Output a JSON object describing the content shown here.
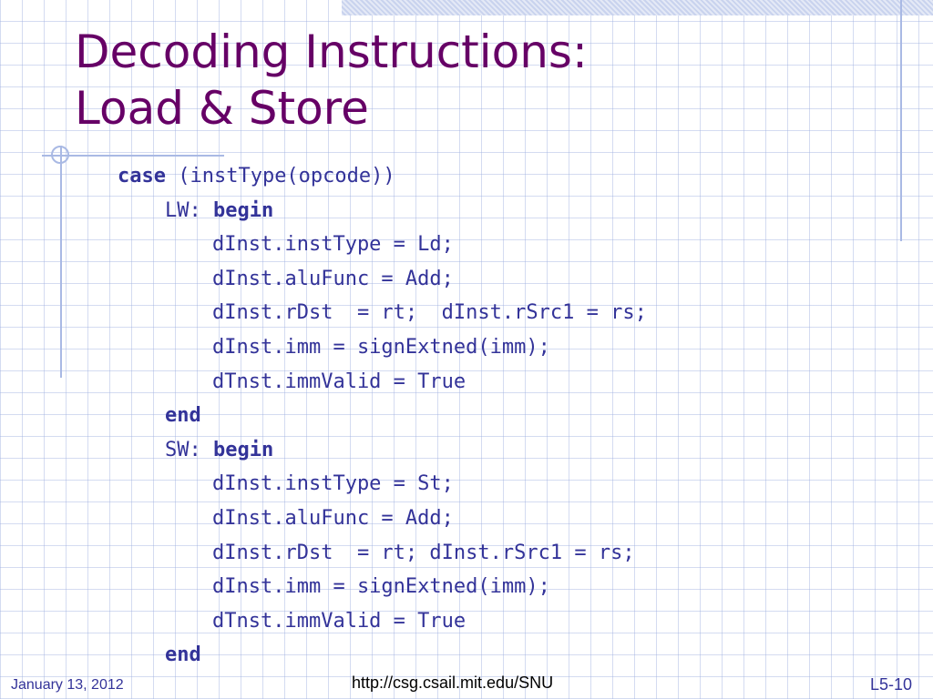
{
  "slide": {
    "title_line1": "Decoding Instructions:",
    "title_line2": "Load & Store"
  },
  "code": {
    "l1_kw": "case",
    "l1_text": " (instType(opcode))",
    "l2_text": "LW: ",
    "l2_kw": "begin",
    "l3": "dInst.instType = Ld;",
    "l4": "dInst.aluFunc = Add;",
    "l5": "dInst.rDst  = rt;  dInst.rSrc1 = rs;",
    "l6": "dInst.imm = signExtned(imm);",
    "l7": "dTnst.immValid = True",
    "l8_kw": "end",
    "l9_text": "SW: ",
    "l9_kw": "begin",
    "l10": "dInst.instType = St;",
    "l11": "dInst.aluFunc = Add;",
    "l12": "dInst.rDst  = rt; dInst.rSrc1 = rs;",
    "l13": "dInst.imm = signExtned(imm);",
    "l14": "dTnst.immValid = True",
    "l15_kw": "end"
  },
  "footer": {
    "date": "January 13, 2012",
    "url": "http://csg.csail.mit.edu/SNU",
    "page": "L5-10"
  },
  "colors": {
    "title": "#660066",
    "text": "#333399",
    "grid": "#a0b0e0"
  }
}
